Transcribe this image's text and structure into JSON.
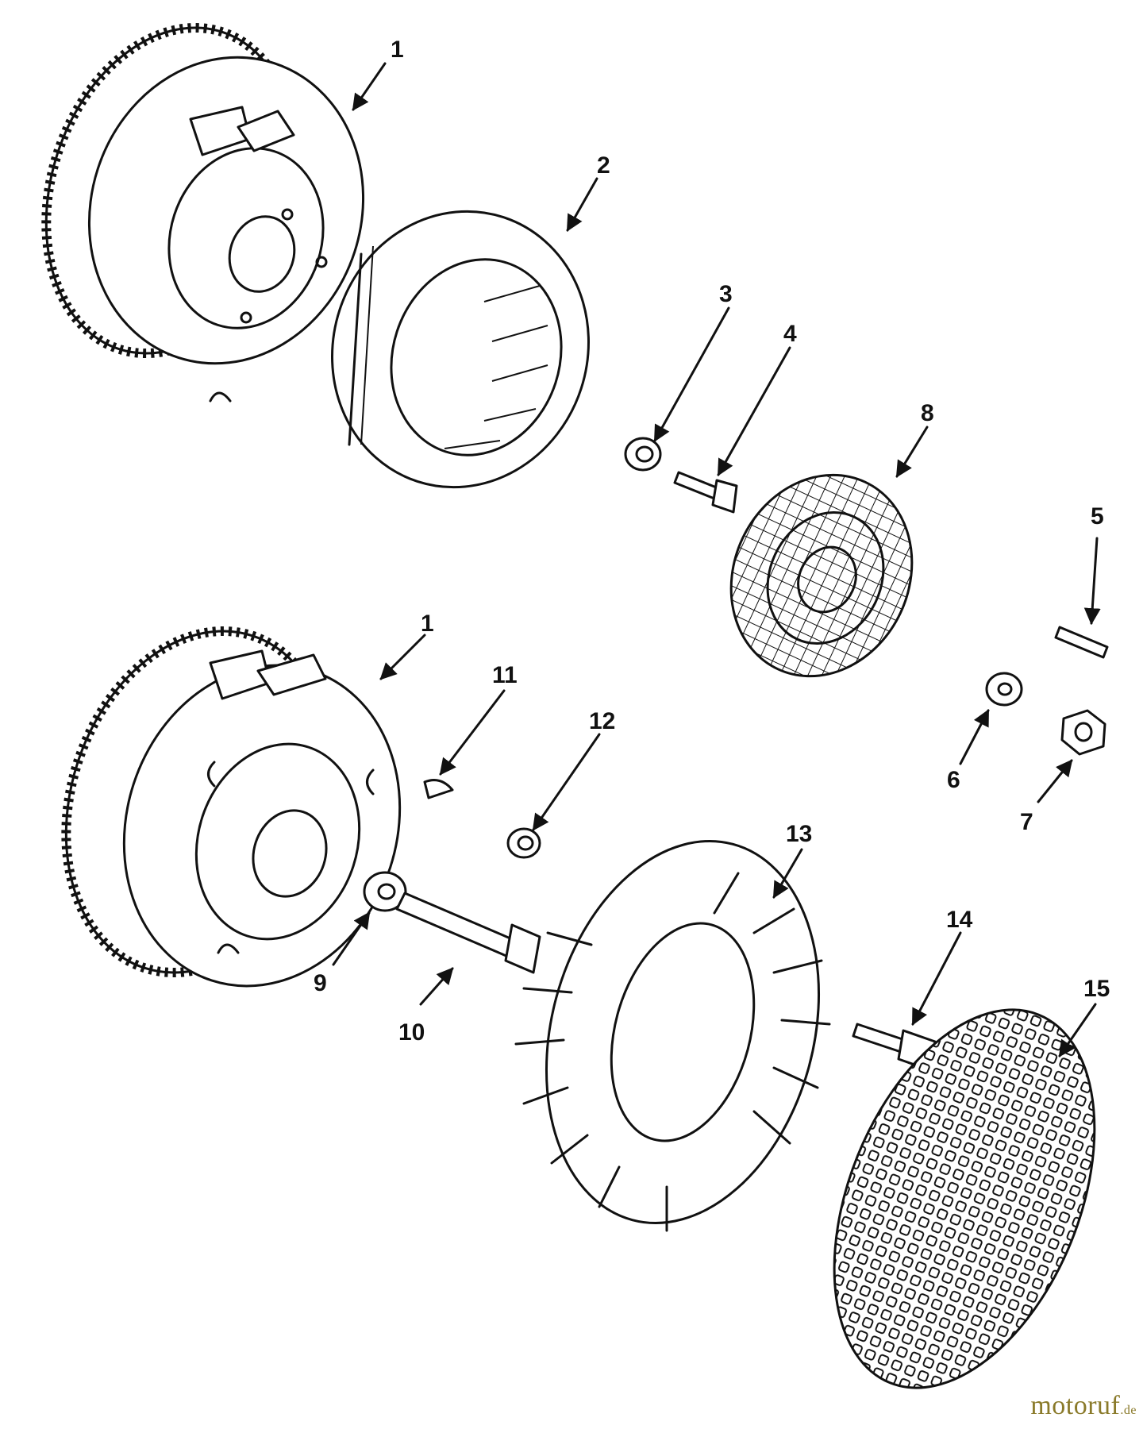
{
  "diagram": {
    "parts": [
      {
        "id": "flywheel-upper",
        "label": "1"
      },
      {
        "id": "fan-ring",
        "label": "2"
      },
      {
        "id": "washer-3",
        "label": "3"
      },
      {
        "id": "screw-4",
        "label": "4"
      },
      {
        "id": "screen-8",
        "label": "8"
      },
      {
        "id": "pin-5",
        "label": "5"
      },
      {
        "id": "flywheel-lower",
        "label": "1"
      },
      {
        "id": "key-11",
        "label": "11"
      },
      {
        "id": "spacer-12",
        "label": "12"
      },
      {
        "id": "washer-6",
        "label": "6"
      },
      {
        "id": "nut-7",
        "label": "7"
      },
      {
        "id": "fan-13",
        "label": "13"
      },
      {
        "id": "washer-9",
        "label": "9"
      },
      {
        "id": "bolt-10",
        "label": "10"
      },
      {
        "id": "screw-14",
        "label": "14"
      },
      {
        "id": "screen-15",
        "label": "15"
      }
    ]
  },
  "watermark": {
    "name": "motoruf",
    "tld": ".de"
  },
  "colors": {
    "ink": "#111111",
    "background": "#ffffff",
    "watermark": "#8a7a2a"
  }
}
